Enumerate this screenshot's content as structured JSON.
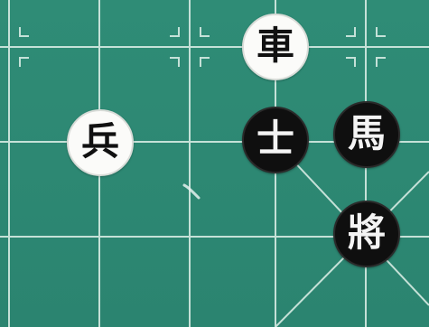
{
  "board": {
    "background_color": "#2e8a74",
    "line_color": "#d6ebe3"
  },
  "pieces": {
    "chariot": {
      "char": "車",
      "side": "red"
    },
    "soldier": {
      "char": "兵",
      "side": "red"
    },
    "advisor": {
      "char": "士",
      "side": "black"
    },
    "horse": {
      "char": "馬",
      "side": "black"
    },
    "general": {
      "char": "將",
      "side": "black"
    }
  }
}
